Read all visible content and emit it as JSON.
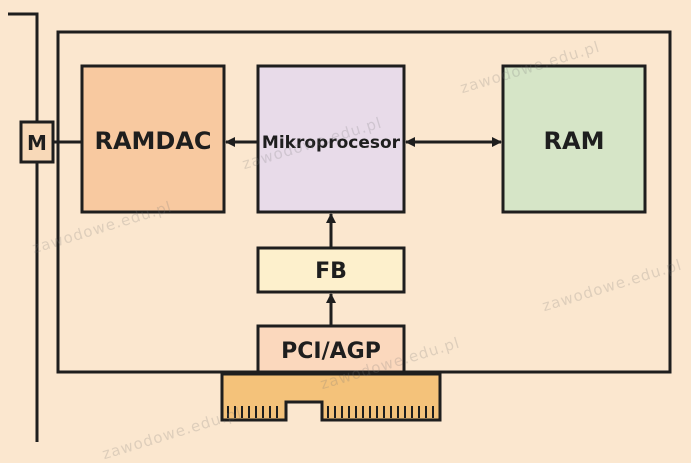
{
  "diagram": {
    "blocks": {
      "monitor": "M",
      "ramdac": "RAMDAC",
      "cpu": "Mikroprocesor",
      "ram": "RAM",
      "fb": "FB",
      "bus": "PCI/AGP"
    },
    "colors": {
      "background": "#fbe7cf",
      "ramdac": "#f8c9a0",
      "cpu": "#e8dbe9",
      "ram": "#d6e5c7",
      "fb": "#fdf0cc",
      "bus": "#fbd8bd",
      "connector": "#f4c27a",
      "stroke": "#1e1e1e"
    },
    "watermark": "zawodowe.edu.pl"
  }
}
